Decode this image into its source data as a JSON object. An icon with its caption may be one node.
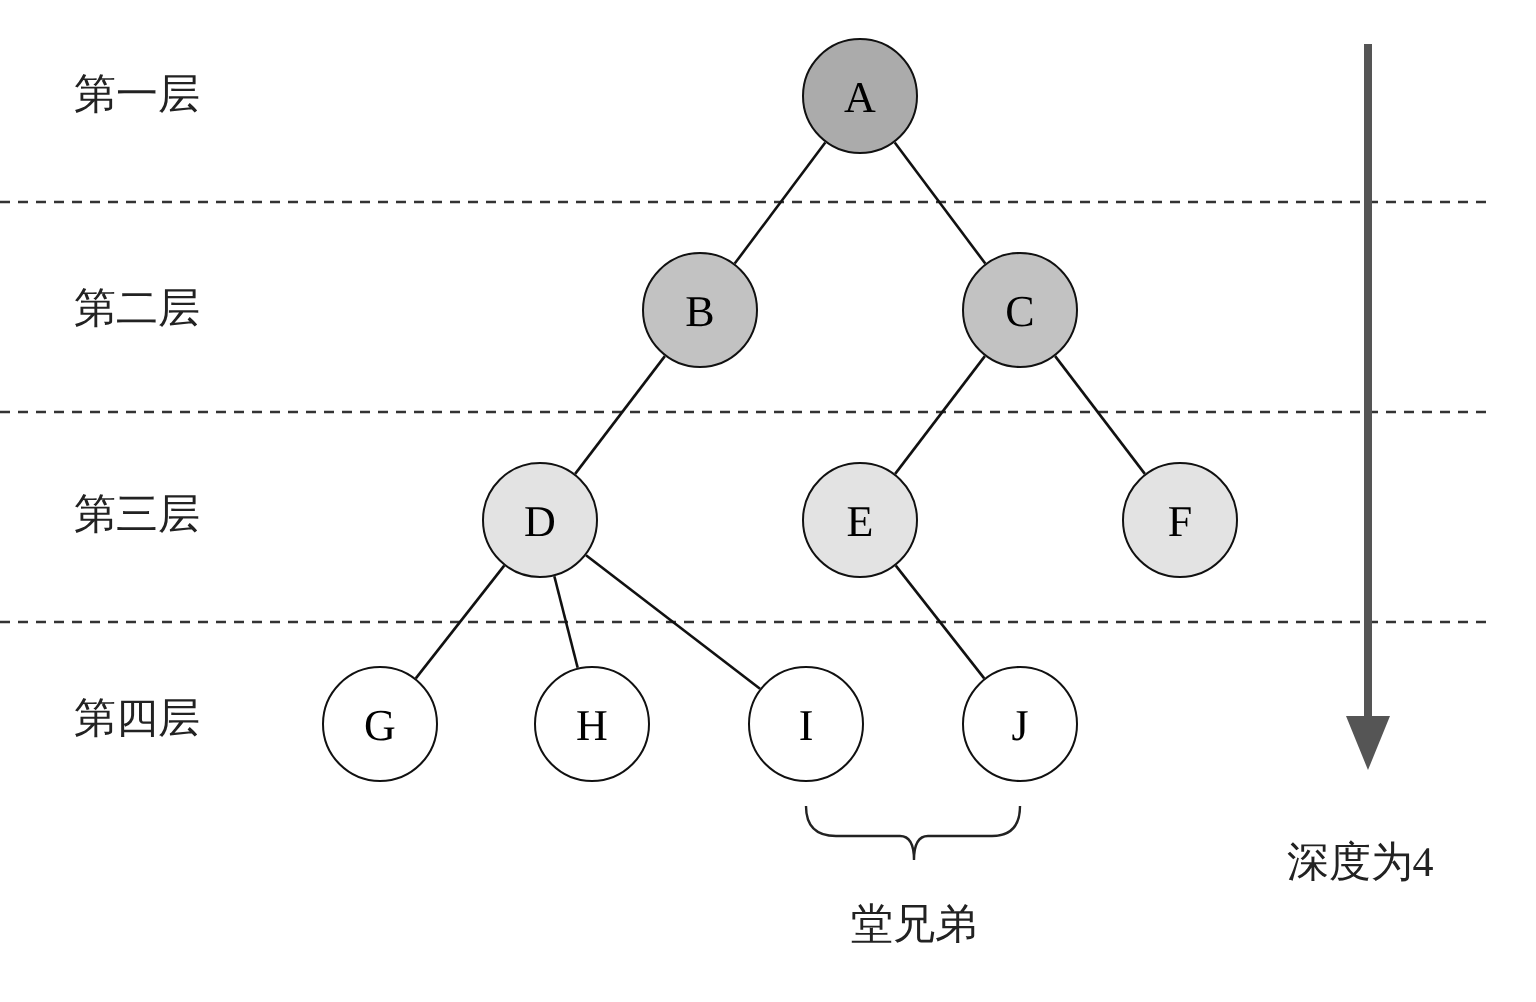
{
  "diagram": {
    "nodes": [
      {
        "text": [
          "A"
        ]
      },
      {
        "text": [
          "B"
        ]
      },
      {
        "text": [
          "C"
        ]
      },
      {
        "text": [
          "D"
        ]
      },
      {
        "text": [
          "E"
        ]
      },
      {
        "text": [
          "F"
        ]
      },
      {
        "text": [
          "G"
        ]
      },
      {
        "text": [
          "H"
        ]
      },
      {
        "text": [
          "I"
        ]
      },
      {
        "text": [
          "J"
        ]
      }
    ],
    "edges": [
      {
        "from": 0,
        "to": 1,
        "arrow": "none"
      },
      {
        "from": 0,
        "to": 2,
        "arrow": "none"
      },
      {
        "from": 1,
        "to": 3,
        "arrow": "none"
      },
      {
        "from": 2,
        "to": 4,
        "arrow": "none"
      },
      {
        "from": 2,
        "to": 5,
        "arrow": "none"
      },
      {
        "from": 3,
        "to": 6,
        "arrow": "none"
      },
      {
        "from": 3,
        "to": 7,
        "arrow": "none"
      },
      {
        "from": 3,
        "to": 8,
        "arrow": "none"
      },
      {
        "from": 4,
        "to": 9,
        "arrow": "none"
      }
    ],
    "labels": [
      "第一层",
      "第二层",
      "第三层",
      "第四层",
      "堂兄弟",
      "深度为4"
    ]
  }
}
